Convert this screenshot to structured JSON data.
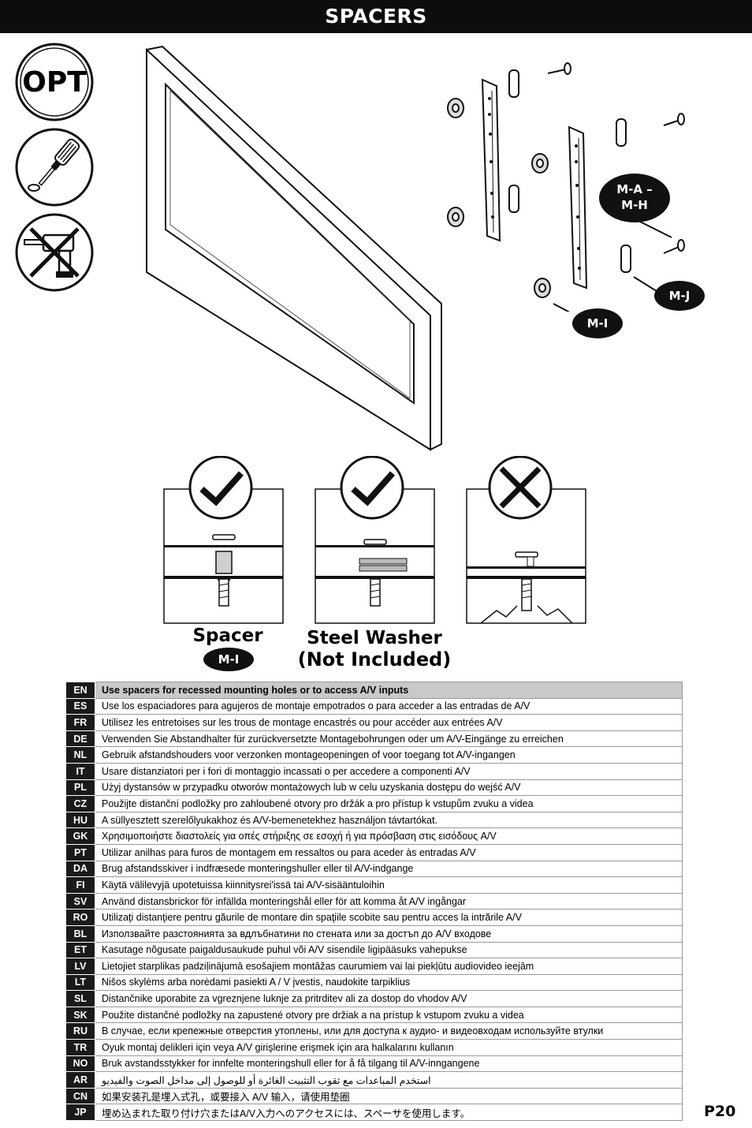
{
  "header": {
    "title": "SPACERS"
  },
  "icons": {
    "opt_label": "OPT"
  },
  "parts": {
    "ma_mh": "M-A –",
    "ma_mh_2": "M-H",
    "mj": "M-J",
    "mi": "M-I"
  },
  "captions": {
    "spacer": "Spacer",
    "spacer_part": "M-I",
    "washer": "Steel Washer",
    "not_included": "(Not Included)"
  },
  "languages": [
    {
      "code": "EN",
      "text": "Use spacers for recessed mounting holes or to access A/V inputs"
    },
    {
      "code": "ES",
      "text": "Use los espaciadores para agujeros de montaje empotrados o para acceder a las entradas de A/V"
    },
    {
      "code": "FR",
      "text": "Utilisez les entretoises sur les trous de montage encastrés ou pour accéder aux entrées A/V"
    },
    {
      "code": "DE",
      "text": "Verwenden Sie Abstandhalter für zurückversetzte Montagebohrungen oder um A/V-Eingänge zu erreichen"
    },
    {
      "code": "NL",
      "text": "Gebruik afstandshouders voor verzonken montageopeningen of voor toegang tot A/V-ingangen"
    },
    {
      "code": "IT",
      "text": "Usare distanziatori per i fori di montaggio incassati o per accedere a componenti A/V"
    },
    {
      "code": "PL",
      "text": "Użyj dystansów w przypadku otworów montażowych lub w celu uzyskania dostępu do wejść A/V"
    },
    {
      "code": "CZ",
      "text": "Použijte distanční podložky pro zahloubené otvory pro držák a pro přístup k vstupům zvuku a videa"
    },
    {
      "code": "HU",
      "text": "A süllyesztett szerelőlyukakhoz és A/V-bemenetekhez használjon távtartókat."
    },
    {
      "code": "GK",
      "text": "Χρησιμοποιήστε διαστολείς για οπές στήριξης σε εσοχή ή για πρόσβαση στις εισόδους A/V"
    },
    {
      "code": "PT",
      "text": "Utilizar anilhas para furos de montagem em ressaltos ou para aceder às entradas A/V"
    },
    {
      "code": "DA",
      "text": "Brug afstandsskiver i indfræsede monteringshuller eller til A/V-indgange"
    },
    {
      "code": "FI",
      "text": "Käytä välilevyjä upotetuissa kiinnitysrei'issä tai A/V-sisääntuloihin"
    },
    {
      "code": "SV",
      "text": "Använd distansbrickor för infällda monteringshål eller för att komma åt A/V ingångar"
    },
    {
      "code": "RO",
      "text": "Utilizaţi distanţiere pentru găurile de montare din spaţiile scobite sau pentru acces la intrările A/V"
    },
    {
      "code": "BL",
      "text": "Използвайте разстоянията за вдлъбнатини по стената или за достъп до A/V входове"
    },
    {
      "code": "ET",
      "text": "Kasutage nõgusate paigaldusaukude puhul või A/V sisendile ligipääsuks vahepukse"
    },
    {
      "code": "LV",
      "text": "Lietojiet starplikas padziļinājumā esošajiem montāžas caurumiem vai lai piekļūtu audiovideo ieejām"
    },
    {
      "code": "LT",
      "text": "Nišos skylėms arba norėdami pasiekti A / V įvestis, naudokite tarpiklius"
    },
    {
      "code": "SL",
      "text": "Distančnike uporabite za vgreznjene luknje za pritrditev ali za dostop do vhodov A/V"
    },
    {
      "code": "SK",
      "text": "Použite distančné podložky na zapustené otvory pre držiak a na prístup k vstupom zvuku a videa"
    },
    {
      "code": "RU",
      "text": "В случае, если крепежные отверстия утоплены, или для доступа к аудио- и видеовходам используйте втулки"
    },
    {
      "code": "TR",
      "text": "Oyuk montaj delikleri için veya A/V girişlerine erişmek için ara halkalarını kullanın"
    },
    {
      "code": "NO",
      "text": "Bruk avstandsstykker for innfelte monteringshull eller for å få tilgang til A/V-inngangene"
    },
    {
      "code": "AR",
      "text": "استخدم المباعدات مع ثقوب التثبيت الغائرة أو للوصول إلى مداخل الصوت والفيديو"
    },
    {
      "code": "CN",
      "text": "如果安装孔是埋入式孔，或要接入 A/V 输入，请使用垫圈"
    },
    {
      "code": "JP",
      "text": "埋め込まれた取り付け穴またはA/V入力へのアクセスには、スペーサを使用します。"
    }
  ],
  "footer": {
    "page": "P20"
  }
}
